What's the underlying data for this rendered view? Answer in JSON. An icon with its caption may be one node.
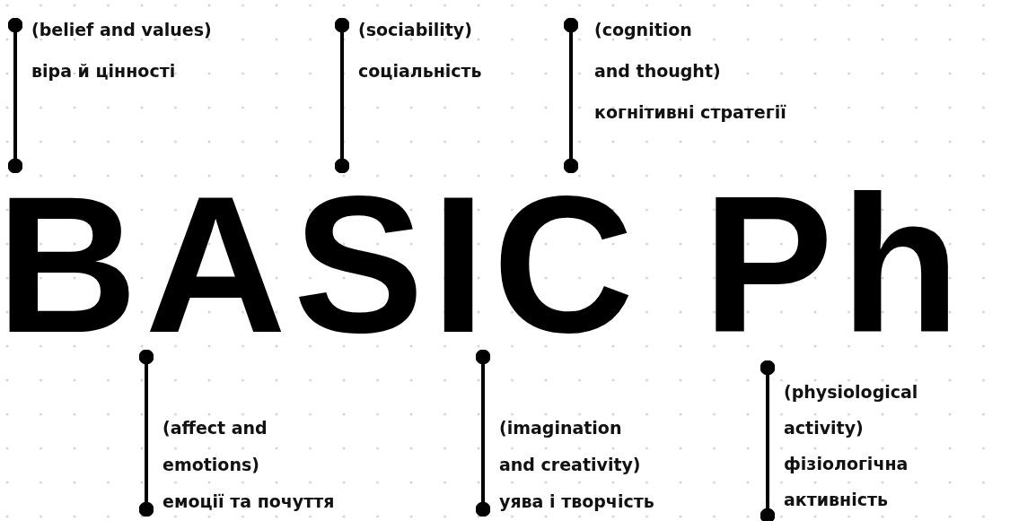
{
  "diagram": {
    "nodes": [
      {
        "text": [
          "(belief and values)",
          "віра й цінності"
        ]
      },
      {
        "text": [
          "(sociability)",
          "соціальність"
        ]
      },
      {
        "text": [
          "(cognition and thought)",
          "когнітивні стратегії"
        ]
      },
      {
        "text": [
          "(affect and emotions)",
          "емоції та почуття"
        ]
      },
      {
        "text": [
          "(imagination and creativity)",
          "уява і творчість"
        ]
      },
      {
        "text": [
          "(physiological activity)",
          "фізіологічна активність"
        ]
      }
    ],
    "edges": [
      {
        "from": 0,
        "to": null,
        "arrow": "other"
      },
      {
        "from": 1,
        "to": null,
        "arrow": "other"
      },
      {
        "from": 2,
        "to": null,
        "arrow": "other"
      },
      {
        "from": 3,
        "to": null,
        "arrow": "other"
      },
      {
        "from": 4,
        "to": null,
        "arrow": "other"
      },
      {
        "from": 5,
        "to": null,
        "arrow": "other"
      }
    ],
    "labels": [
      "BASIC Ph"
    ]
  }
}
